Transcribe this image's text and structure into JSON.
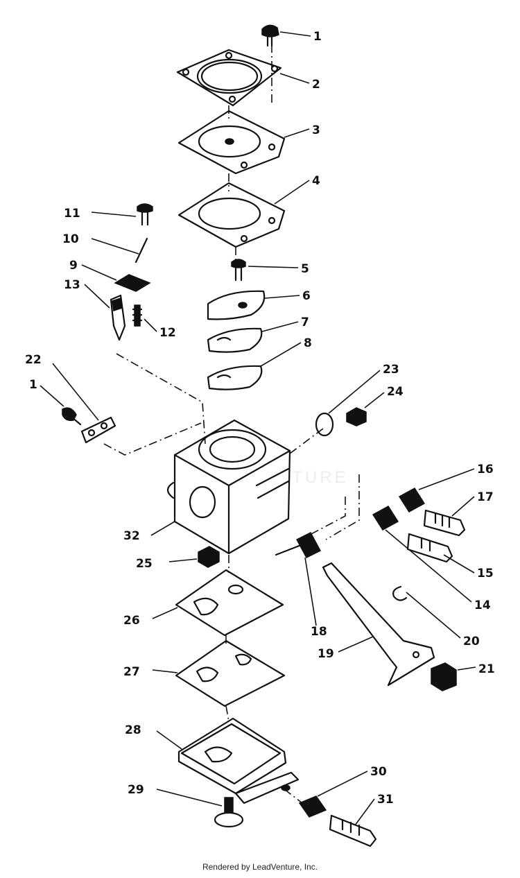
{
  "footer": {
    "credit": "Rendered by LeadVenture, Inc."
  },
  "watermark": {
    "text": "LEADVENTURE"
  },
  "labels": {
    "l1a": "1",
    "l2": "2",
    "l3": "3",
    "l4": "4",
    "l5": "5",
    "l6": "6",
    "l7": "7",
    "l8": "8",
    "l9": "9",
    "l10": "10",
    "l11": "11",
    "l12": "12",
    "l13": "13",
    "l14": "14",
    "l15": "15",
    "l16": "16",
    "l17": "17",
    "l18": "18",
    "l19": "19",
    "l20": "20",
    "l21": "21",
    "l22": "22",
    "l1b": "1",
    "l23": "23",
    "l24": "24",
    "l25": "25",
    "l26": "26",
    "l27": "27",
    "l28": "28",
    "l29": "29",
    "l30": "30",
    "l31": "31",
    "l32": "32"
  }
}
